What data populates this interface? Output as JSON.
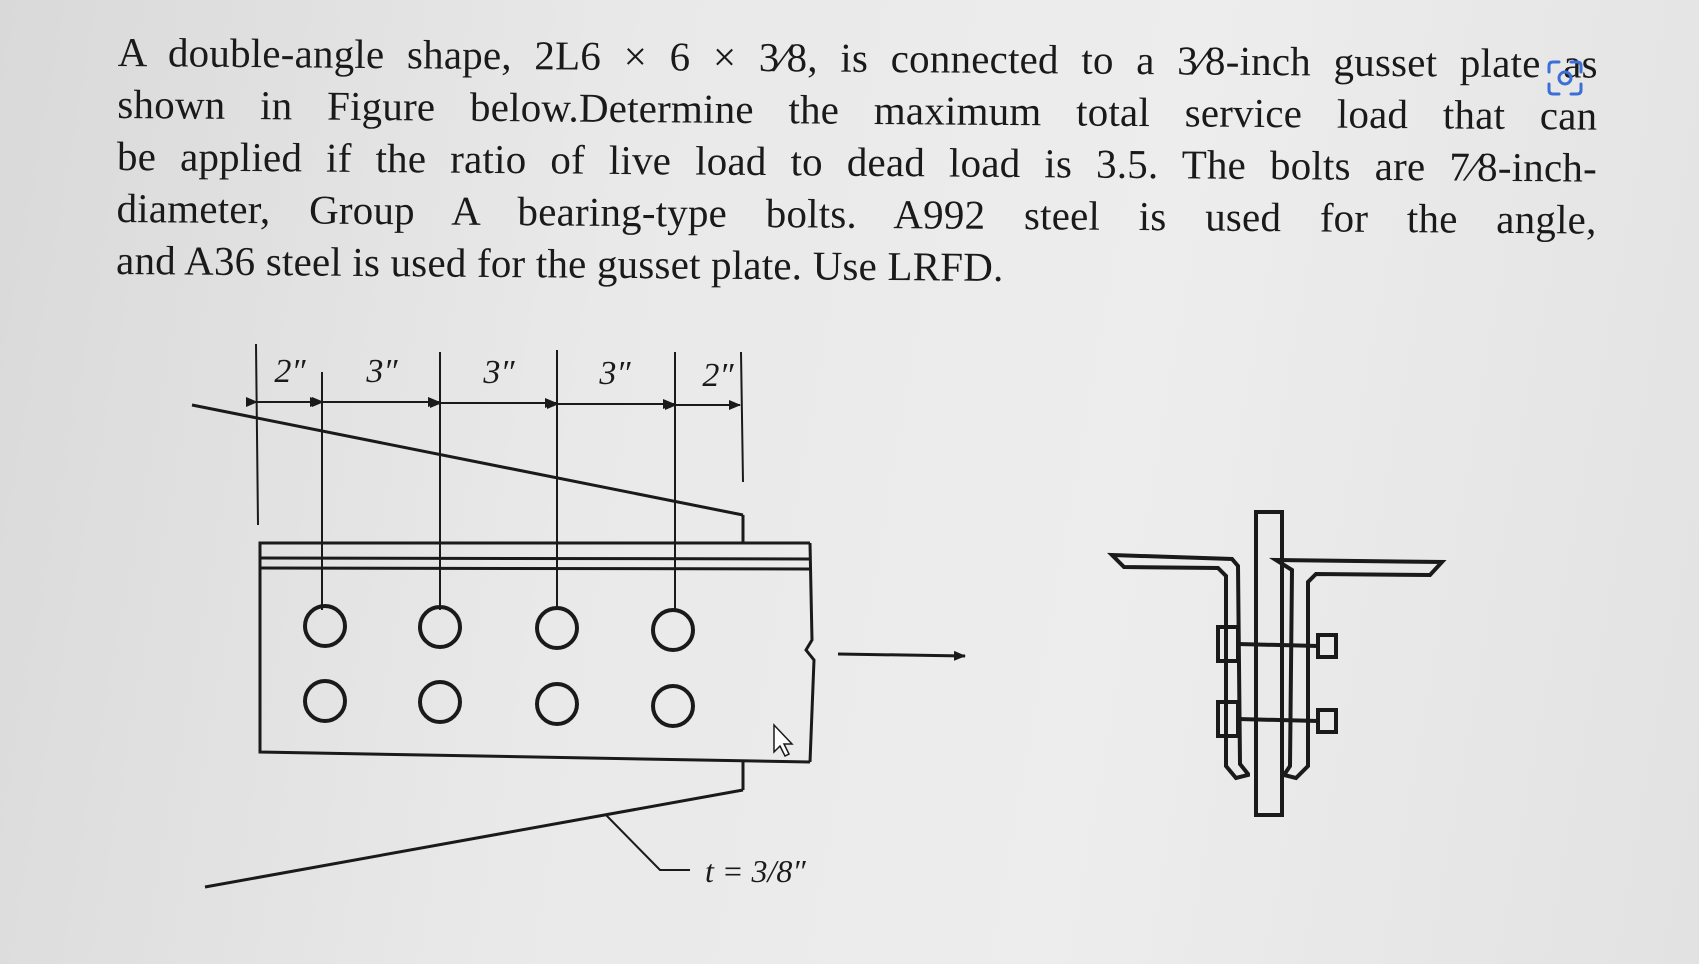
{
  "problem": {
    "lines": [
      "A double-angle shape, 2L6 × 6 × 3⁄8, is connected to a 3⁄8-inch gusset plate as",
      "shown in Figure below.Determine the maximum total service load that can",
      "be applied if the ratio of live load to dead load is 3.5. The bolts are 7⁄8-inch-",
      "diameter, Group A bearing-type bolts. A992 steel is used for the angle,",
      "and A36 steel is used for the gusset plate. Use LRFD."
    ]
  },
  "figure": {
    "dimensions": [
      "2″",
      "3″",
      "3″",
      "3″",
      "2″"
    ],
    "thickness_label": "t = 3/8″",
    "bolt_columns": 4,
    "bolt_rows": 2
  },
  "colors": {
    "ink": "#1a1a1a",
    "background": "#e6e6e6",
    "lens_icon": "#3b6fd8"
  },
  "icons": {
    "lens": "visual-search-icon",
    "cursor": "mouse-pointer-icon"
  }
}
